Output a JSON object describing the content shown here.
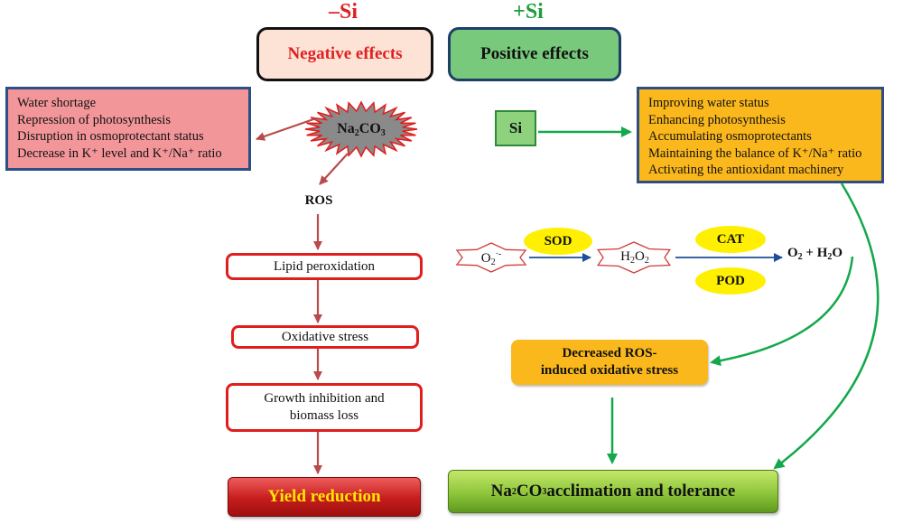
{
  "header": {
    "minus_si": "–Si",
    "plus_si": "+Si",
    "negative_effects": "Negative effects",
    "positive_effects": "Positive effects"
  },
  "negative_list": [
    "Water shortage",
    "Repression of photosynthesis",
    "Disruption in osmoprotectant status",
    "Decrease in K⁺ level and K⁺/Na⁺ ratio"
  ],
  "positive_list": [
    "Improving water status",
    "Enhancing photosynthesis",
    "Accumulating osmoprotectants",
    "Maintaining the balance of K⁺/Na⁺ ratio",
    "Activating the antioxidant machinery"
  ],
  "na2co3_starburst": {
    "prefix": "Na",
    "sub1": "2",
    "mid": "CO",
    "sub2": "3"
  },
  "si_box": "Si",
  "ros": "ROS",
  "flow_steps": {
    "lipid": "Lipid peroxidation",
    "oxidative": "Oxidative stress",
    "growth_line1": "Growth inhibition and",
    "growth_line2": "biomass loss"
  },
  "yield_reduction": "Yield reduction",
  "antioxidant": {
    "superoxide": {
      "base": "O",
      "sub": "2",
      "sup": "·-"
    },
    "sod": "SOD",
    "h2o2": {
      "p1": "H",
      "s1": "2",
      "p2": "O",
      "s2": "2"
    },
    "cat": "CAT",
    "pod": "POD",
    "products": {
      "p1": "O",
      "s1": "2",
      "p2": " + H",
      "s2": "2",
      "p3": "O"
    }
  },
  "decreased": {
    "line1": "Decreased ROS-",
    "line2": "induced oxidative stress"
  },
  "acclimation": {
    "p1": "Na",
    "s1": "2",
    "p2": "CO",
    "s2": "3",
    "p3": " acclimation and tolerance"
  },
  "colors": {
    "red_arrow": "#b94a4a",
    "green_arrow": "#13a84a",
    "blue_arrow": "#1f4e96",
    "starburst_fill": "#8a8a8a",
    "starburst_edge": "#e31b1b"
  }
}
